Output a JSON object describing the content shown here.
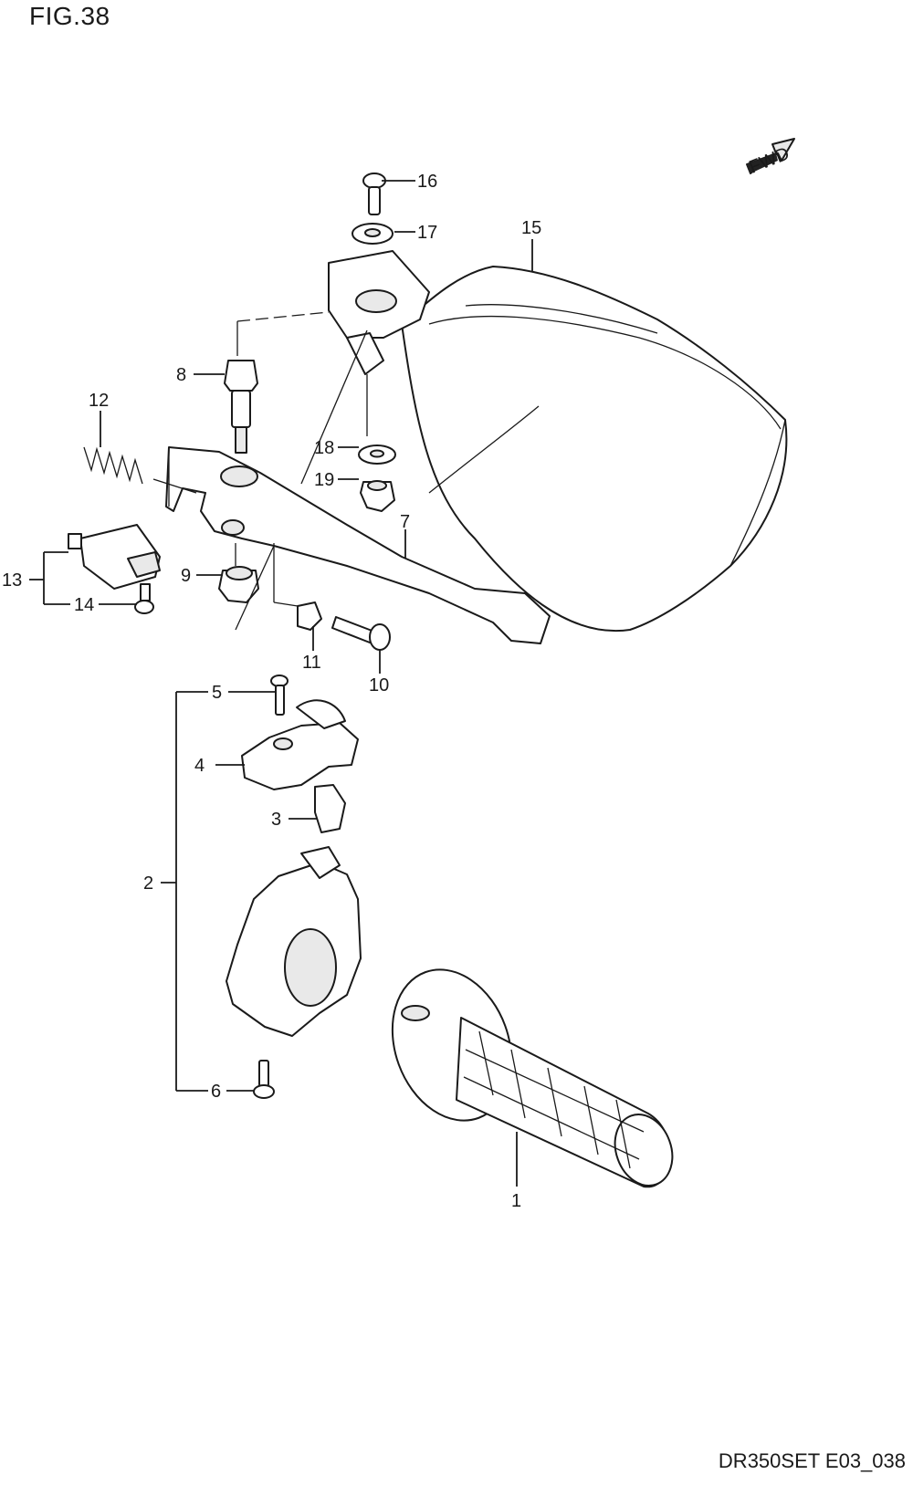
{
  "figure": {
    "title": "FIG.38",
    "code": "DR350SET E03_038",
    "fwd_label": "FWD"
  },
  "callouts": [
    "1",
    "2",
    "3",
    "4",
    "5",
    "6",
    "7",
    "8",
    "9",
    "10",
    "11",
    "12",
    "13",
    "14",
    "15",
    "16",
    "17",
    "18",
    "19"
  ]
}
